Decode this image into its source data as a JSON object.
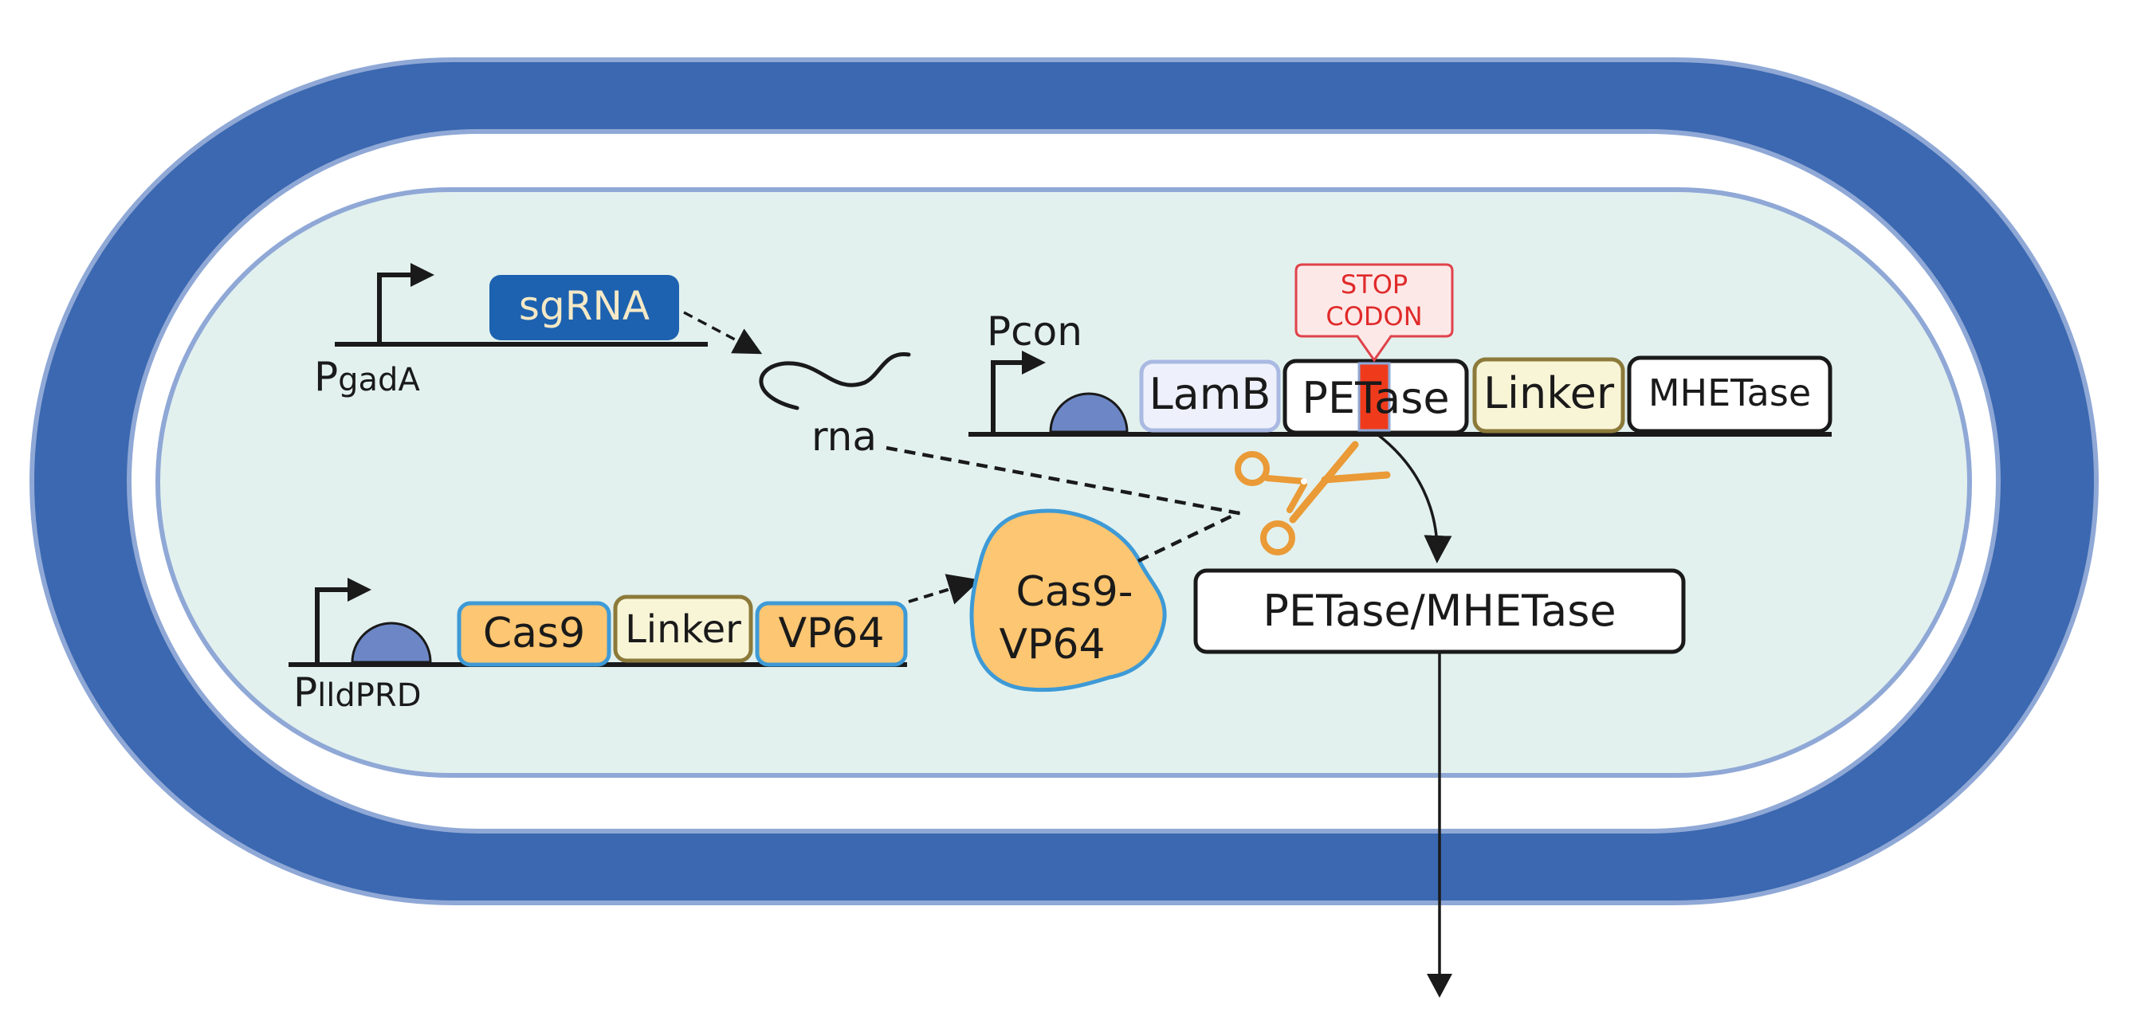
{
  "promoters": {
    "gada": {
      "p": "P",
      "sub": "gadA"
    },
    "pcon": "Pcon",
    "plldprd": {
      "p": "P",
      "sub": "lldPRD"
    }
  },
  "parts": {
    "sgrna": "sgRNA",
    "rna": "rna",
    "lamb": "LamB",
    "petase": "PETase",
    "linker_top": "Linker",
    "mhetase": "MHETase",
    "stop_codon_line1": "STOP",
    "stop_codon_line2": "CODON",
    "cas9": "Cas9",
    "linker_bottom": "Linker",
    "vp64": "VP64",
    "cas9vp64_line1": "Cas9-",
    "cas9vp64_line2": "VP64",
    "product": "PETase/MHETase"
  },
  "icons": [
    "promoter-arrow-icon",
    "rbs-icon",
    "scissors-icon",
    "rna-strand-icon"
  ],
  "colors": {
    "outer_membrane": "#3b68b0",
    "membrane_border": "#8fa8d6",
    "cytoplasm": "#e2f1ee",
    "sgrna_fill": "#1d62b0",
    "sgrna_text": "#f5e9c6",
    "rbs": "#6d87c6",
    "lamb_fill": "#eef1fb",
    "linker_fill": "#f8f5d7",
    "linker_border": "#8c7a3a",
    "cas_fill": "#fcc672",
    "cas_border": "#3e9ad6",
    "stop_box_fill": "#fde8e8",
    "stop_box_border": "#e0424a",
    "stop_text": "#e02a2a",
    "stop_marker": "#ef3b1c",
    "scissors": "#ea9a36",
    "ink": "#1a1a1a"
  }
}
